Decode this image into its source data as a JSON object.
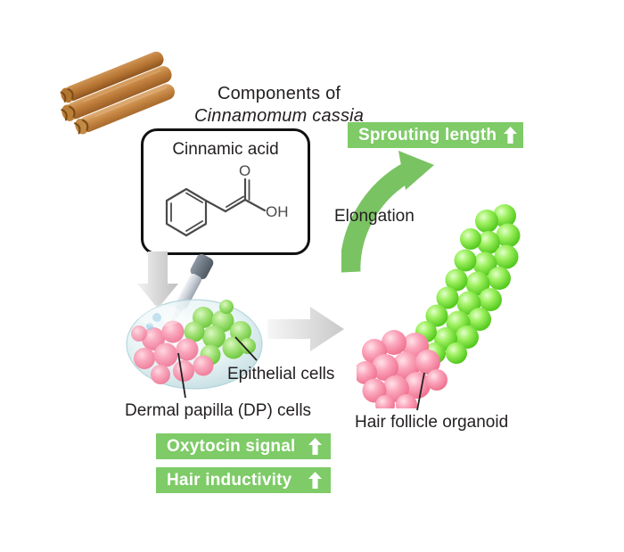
{
  "figure": {
    "title_lines": {
      "components_of": "Components of",
      "species": "Cinnamomum cassia"
    },
    "chem_box": {
      "compound_name": "Cinnamic acid",
      "atom_labels": {
        "carbonyl_oxygen": "O",
        "hydroxyl": "OH"
      }
    },
    "badges": [
      {
        "id": "sprouting",
        "label": "Sprouting length",
        "arrow": "up-arrow-icon"
      },
      {
        "id": "oxytocin",
        "label": "Oxytocin signal",
        "arrow": "up-arrow-icon"
      },
      {
        "id": "inductivity",
        "label": "Hair inductivity",
        "arrow": "up-arrow-icon"
      }
    ],
    "labels": {
      "elongation": "Elongation",
      "epithelial_cells": "Epithelial cells",
      "dermal_papilla_cells": "Dermal papilla (DP) cells",
      "hair_follicle_organoid": "Hair follicle organoid"
    },
    "icons": {
      "cinnamon_sticks": "cinnamon-sticks-icon",
      "pipette": "pipette-icon",
      "droplet": "droplet-icon",
      "down_arrow": "down-arrow-icon",
      "gray_right_arrow": "right-arrow-icon",
      "curved_up_arrow": "curved-up-arrow-icon",
      "left_organoid": "cell-aggregate-icon",
      "right_organoid": "hair-follicle-organoid-icon"
    },
    "colors": {
      "badge_green": "#7ecb67",
      "arrow_green": "#7ac363",
      "sprout_green": "#6ee035",
      "cell_pink": "#f79ab0",
      "cinnamon_brown": "#c08242",
      "text_dark": "#231f20",
      "gray_arrow": "#d9d9d9",
      "background": "#ffffff"
    }
  }
}
